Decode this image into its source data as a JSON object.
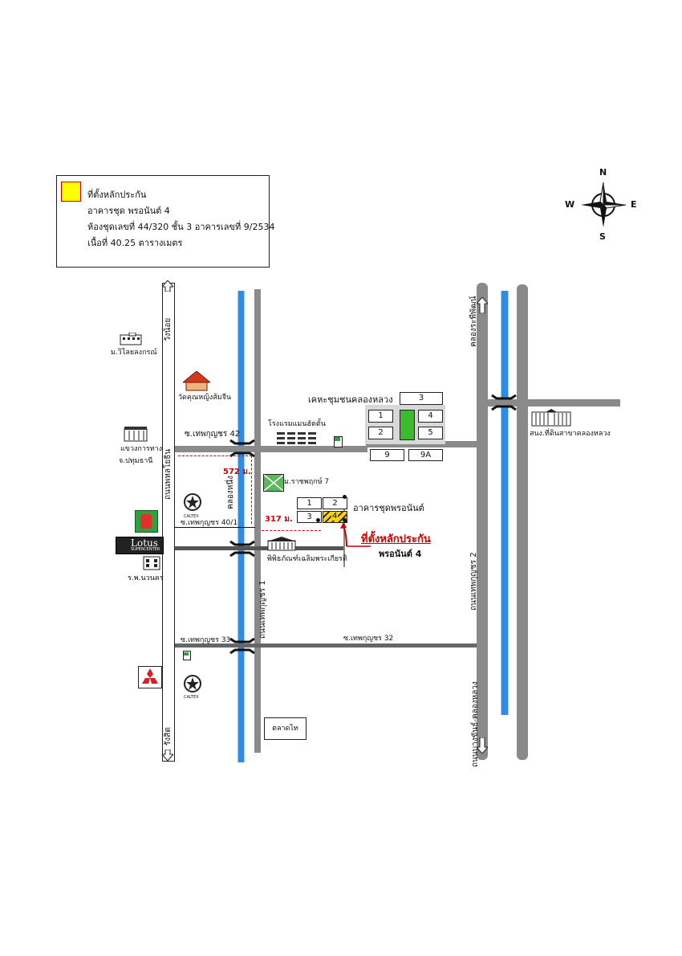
{
  "legend": {
    "swatch_color": "#ffff00",
    "line1": "ที่ตั้งหลักประกัน",
    "line2": "อาคารชุด พรอนันต์ 4",
    "line3": "ห้องชุดเลขที่ 44/320 ชั้น 3 อาคารเลขที่ 9/2534",
    "line4": "เนื้อที่ 40.25 ตารางเมตร"
  },
  "compass": {
    "n": "N",
    "s": "S",
    "e": "E",
    "w": "W"
  },
  "roads": {
    "main_left": "ถนนพหลโยธิน",
    "wang_noi": "วังน้อย",
    "rangsit": "รังสิต",
    "soi_42": "ซ.เทพกุญชร 42",
    "soi_40_1": "ซ.เทพกุญชร 40/1",
    "soi_33": "ซ.เทพกุญชร 33",
    "soi_32": "ซ.เทพกุญชร 32",
    "thepkunchon_1": "ถนนเทพกุญชร 1",
    "thepkunchon_2": "ถนนเทพกุญชร 2",
    "khlong_nueng": "คลองหนึ่ง",
    "khlong_rapiphat": "คลองระพีพัฒน์",
    "khlong_chan_road": "ถนนบางขันธ์-คลองหลวง"
  },
  "landmarks": {
    "village_wilai": "ม.วิไลยลงกรณ์",
    "wat": "วัดคุณหญิงส้มจีน",
    "district": "แขวงการทาง",
    "province": "จ.ปทุมธานี",
    "lotus": "Lotus",
    "lotus_sub": "SUPERCENTER",
    "hospital": "ร.พ.นวนคร",
    "caltex": "CALTEX",
    "hotel": "โรงแรมแมนฮัตตั้น",
    "community": "เคหะชุมชนคลองหลวง",
    "village_rat": "ม.ราชพฤกษ์ 7",
    "museum": "พิพิธภัณฑ์เฉลิมพระเกียรติ",
    "condo": "อาคารชุดพรอนันต์",
    "office": "สนง.ที่ดินสาขาคลองหลวง",
    "market": "ตลาดไท"
  },
  "distances": {
    "d1": "572 ม.",
    "d2": "317 ม."
  },
  "blocks": [
    "3",
    "1",
    "4",
    "2",
    "5",
    "9",
    "9A"
  ],
  "condo_blocks": [
    "1",
    "2",
    "3",
    "4"
  ],
  "collateral": {
    "title": "ที่ตั้งหลักประกัน",
    "subtitle": "พรอนันต์ 4"
  }
}
